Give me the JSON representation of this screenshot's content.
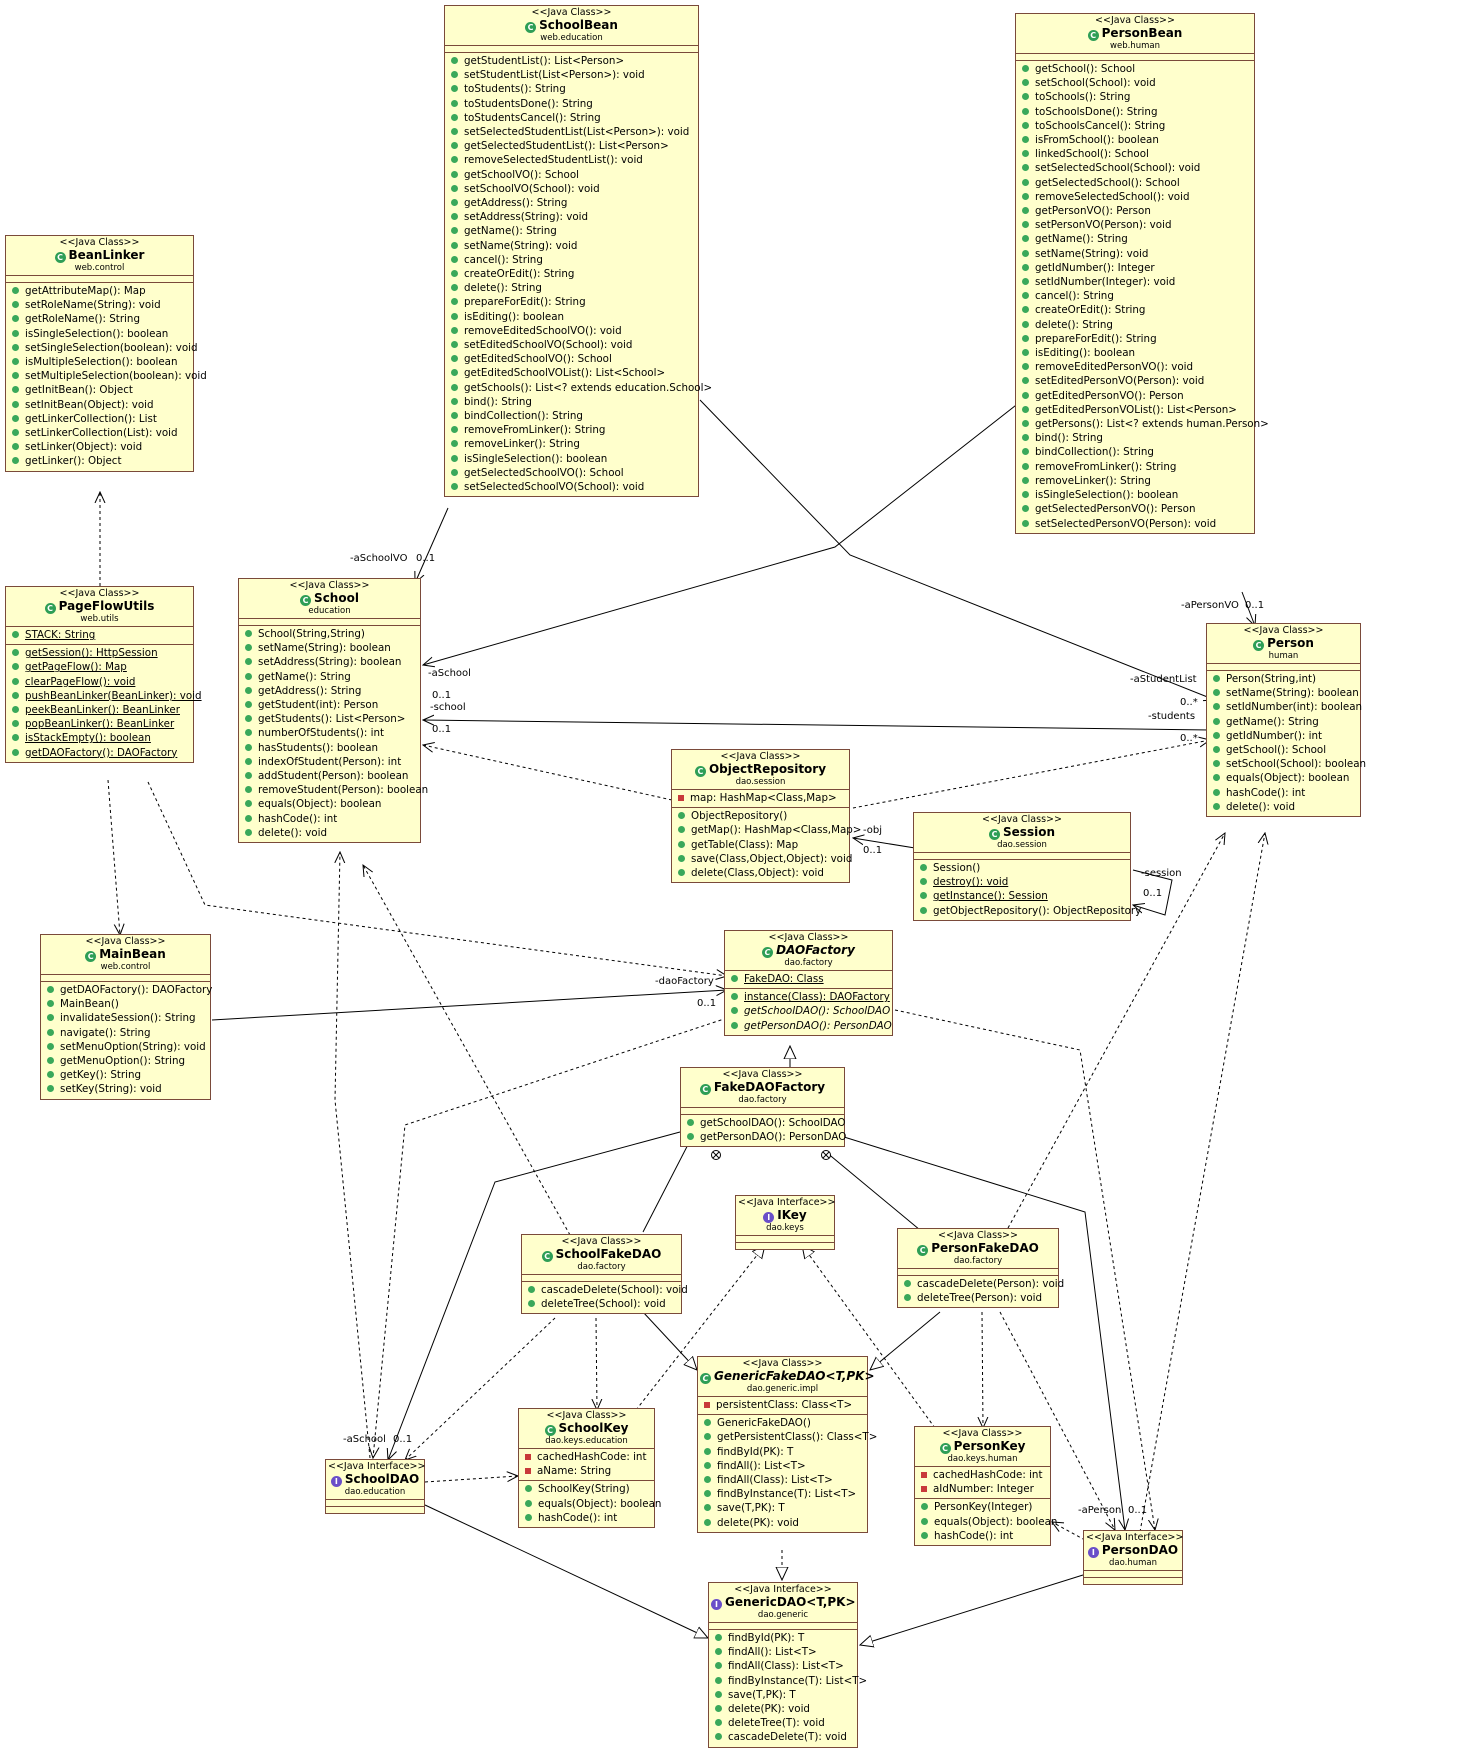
{
  "classes": {
    "schoolbean": {
      "stereotype": "<<Java Class>>",
      "name": "SchoolBean",
      "package": "web.education",
      "members": [
        "getStudentList(): List<Person>",
        "setStudentList(List<Person>): void",
        "toStudents(): String",
        "toStudentsDone(): String",
        "toStudentsCancel(): String",
        "setSelectedStudentList(List<Person>): void",
        "getSelectedStudentList(): List<Person>",
        "removeSelectedStudentList(): void",
        "getSchoolVO(): School",
        "setSchoolVO(School): void",
        "getAddress(): String",
        "setAddress(String): void",
        "getName(): String",
        "setName(String): void",
        "cancel(): String",
        "createOrEdit(): String",
        "delete(): String",
        "prepareForEdit(): String",
        "isEditing(): boolean",
        "removeEditedSchoolVO(): void",
        "setEditedSchoolVO(School): void",
        "getEditedSchoolVO(): School",
        "getEditedSchoolVOList(): List<School>",
        "getSchools(): List<? extends education.School>",
        "bind(): String",
        "bindCollection(): String",
        "removeFromLinker(): String",
        "removeLinker(): String",
        "isSingleSelection(): boolean",
        "getSelectedSchoolVO(): School",
        "setSelectedSchoolVO(School): void"
      ]
    },
    "personbean": {
      "stereotype": "<<Java Class>>",
      "name": "PersonBean",
      "package": "web.human",
      "members": [
        "getSchool(): School",
        "setSchool(School): void",
        "toSchools(): String",
        "toSchoolsDone(): String",
        "toSchoolsCancel(): String",
        "isFromSchool(): boolean",
        "linkedSchool(): School",
        "setSelectedSchool(School): void",
        "getSelectedSchool(): School",
        "removeSelectedSchool(): void",
        "getPersonVO(): Person",
        "setPersonVO(Person): void",
        "getName(): String",
        "setName(String): void",
        "getIdNumber(): Integer",
        "setIdNumber(Integer): void",
        "cancel(): String",
        "createOrEdit(): String",
        "delete(): String",
        "prepareForEdit(): String",
        "isEditing(): boolean",
        "removeEditedPersonVO(): void",
        "setEditedPersonVO(Person): void",
        "getEditedPersonVO(): Person",
        "getEditedPersonVOList(): List<Person>",
        "getPersons(): List<? extends human.Person>",
        "bind(): String",
        "bindCollection(): String",
        "removeFromLinker(): String",
        "removeLinker(): String",
        "isSingleSelection(): boolean",
        "getSelectedPersonVO(): Person",
        "setSelectedPersonVO(Person): void"
      ]
    },
    "beanlinker": {
      "stereotype": "<<Java Class>>",
      "name": "BeanLinker",
      "package": "web.control",
      "members": [
        "getAttributeMap(): Map",
        "setRoleName(String): void",
        "getRoleName(): String",
        "isSingleSelection(): boolean",
        "setSingleSelection(boolean): void",
        "isMultipleSelection(): boolean",
        "setMultipleSelection(boolean): void",
        "getInitBean(): Object",
        "setInitBean(Object): void",
        "getLinkerCollection(): List",
        "setLinkerCollection(List): void",
        "setLinker(Object): void",
        "getLinker(): Object"
      ]
    },
    "pageflowutils": {
      "stereotype": "<<Java Class>>",
      "name": "PageFlowUtils",
      "package": "web.utils",
      "fields": [
        "STACK: String"
      ],
      "members": [
        "getSession(): HttpSession",
        "getPageFlow(): Map",
        "clearPageFlow(): void",
        "pushBeanLinker(BeanLinker): void",
        "peekBeanLinker(): BeanLinker",
        "popBeanLinker(): BeanLinker",
        "isStackEmpty(): boolean",
        "getDAOFactory(): DAOFactory"
      ]
    },
    "school": {
      "stereotype": "<<Java Class>>",
      "name": "School",
      "package": "education",
      "members": [
        "School(String,String)",
        "setName(String): boolean",
        "setAddress(String): boolean",
        "getName(): String",
        "getAddress(): String",
        "getStudent(int): Person",
        "getStudents(): List<Person>",
        "numberOfStudents(): int",
        "hasStudents(): boolean",
        "indexOfStudent(Person): int",
        "addStudent(Person): boolean",
        "removeStudent(Person): boolean",
        "equals(Object): boolean",
        "hashCode(): int",
        "delete(): void"
      ]
    },
    "person": {
      "stereotype": "<<Java Class>>",
      "name": "Person",
      "package": "human",
      "members": [
        "Person(String,int)",
        "setName(String): boolean",
        "setIdNumber(int): boolean",
        "getName(): String",
        "getIdNumber(): int",
        "getSchool(): School",
        "setSchool(School): boolean",
        "equals(Object): boolean",
        "hashCode(): int",
        "delete(): void"
      ]
    },
    "objectrepository": {
      "stereotype": "<<Java Class>>",
      "name": "ObjectRepository",
      "package": "dao.session",
      "fields": [
        "map: HashMap<Class,Map>"
      ],
      "members": [
        "ObjectRepository()",
        "getMap(): HashMap<Class,Map>",
        "getTable(Class): Map",
        "save(Class,Object,Object): void",
        "delete(Class,Object): void"
      ]
    },
    "session": {
      "stereotype": "<<Java Class>>",
      "name": "Session",
      "package": "dao.session",
      "members": [
        "Session()",
        "destroy(): void",
        "getInstance(): Session",
        "getObjectRepository(): ObjectRepository"
      ]
    },
    "mainbean": {
      "stereotype": "<<Java Class>>",
      "name": "MainBean",
      "package": "web.control",
      "members": [
        "getDAOFactory(): DAOFactory",
        "MainBean()",
        "invalidateSession(): String",
        "navigate(): String",
        "setMenuOption(String): void",
        "getMenuOption(): String",
        "getKey(): String",
        "setKey(String): void"
      ]
    },
    "daofactory": {
      "stereotype": "<<Java Class>>",
      "name": "DAOFactory",
      "package": "dao.factory",
      "fields": [
        "FakeDAO: Class"
      ],
      "members": [
        "instance(Class): DAOFactory",
        "getSchoolDAO(): SchoolDAO",
        "getPersonDAO(): PersonDAO"
      ]
    },
    "fakedaofactory": {
      "stereotype": "<<Java Class>>",
      "name": "FakeDAOFactory",
      "package": "dao.factory",
      "members": [
        "getSchoolDAO(): SchoolDAO",
        "getPersonDAO(): PersonDAO"
      ]
    },
    "ikey": {
      "stereotype": "<<Java Interface>>",
      "name": "IKey",
      "package": "dao.keys"
    },
    "schoolfakedao": {
      "stereotype": "<<Java Class>>",
      "name": "SchoolFakeDAO",
      "package": "dao.factory",
      "members": [
        "cascadeDelete(School): void",
        "deleteTree(School): void"
      ]
    },
    "personfakedao": {
      "stereotype": "<<Java Class>>",
      "name": "PersonFakeDAO",
      "package": "dao.factory",
      "members": [
        "cascadeDelete(Person): void",
        "deleteTree(Person): void"
      ]
    },
    "genericfakedao": {
      "stereotype": "<<Java Class>>",
      "name": "GenericFakeDAO<T,PK>",
      "package": "dao.generic.impl",
      "fields": [
        "persistentClass: Class<T>"
      ],
      "members": [
        "GenericFakeDAO()",
        "getPersistentClass(): Class<T>",
        "findById(PK): T",
        "findAll(): List<T>",
        "findAll(Class): List<T>",
        "findByInstance(T): List<T>",
        "save(T,PK): T",
        "delete(PK): void"
      ]
    },
    "schoolkey": {
      "stereotype": "<<Java Class>>",
      "name": "SchoolKey",
      "package": "dao.keys.education",
      "fields": [
        "cachedHashCode: int",
        "aName: String"
      ],
      "members": [
        "SchoolKey(String)",
        "equals(Object): boolean",
        "hashCode(): int"
      ]
    },
    "personkey": {
      "stereotype": "<<Java Class>>",
      "name": "PersonKey",
      "package": "dao.keys.human",
      "fields": [
        "cachedHashCode: int",
        "aIdNumber: Integer"
      ],
      "members": [
        "PersonKey(Integer)",
        "equals(Object): boolean",
        "hashCode(): int"
      ]
    },
    "schooldao": {
      "stereotype": "<<Java Interface>>",
      "name": "SchoolDAO",
      "package": "dao.education"
    },
    "persondao": {
      "stereotype": "<<Java Interface>>",
      "name": "PersonDAO",
      "package": "dao.human"
    },
    "genericdao": {
      "stereotype": "<<Java Interface>>",
      "name": "GenericDAO<T,PK>",
      "package": "dao.generic",
      "members": [
        "findById(PK): T",
        "findAll(): List<T>",
        "findAll(Class): List<T>",
        "findByInstance(T): List<T>",
        "save(T,PK): T",
        "delete(PK): void",
        "deleteTree(T): void",
        "cascadeDelete(T): void"
      ]
    }
  },
  "labels": {
    "a_school_vo": "-aSchoolVO",
    "a_school_vo_mult": "0..1",
    "a_person_vo": "-aPersonVO",
    "a_person_vo_mult": "0..1",
    "a_school": "-aSchool",
    "a_school_mult": "0..1",
    "school_role": "-school",
    "school_mult": "0..1",
    "a_student_list": "-aStudentList",
    "a_student_list_mult": "0..*",
    "students": "-students",
    "students_mult": "0..*",
    "obj": "-obj",
    "obj_mult": "0..1",
    "session_role": "-session",
    "session_mult": "0..1",
    "dao_factory": "-daoFactory",
    "dao_factory_mult": "0..1",
    "a_school_dao": "-aSchool",
    "a_school_dao_mult": "0..1",
    "a_person": "-aPerson",
    "a_person_mult": "0..1"
  }
}
